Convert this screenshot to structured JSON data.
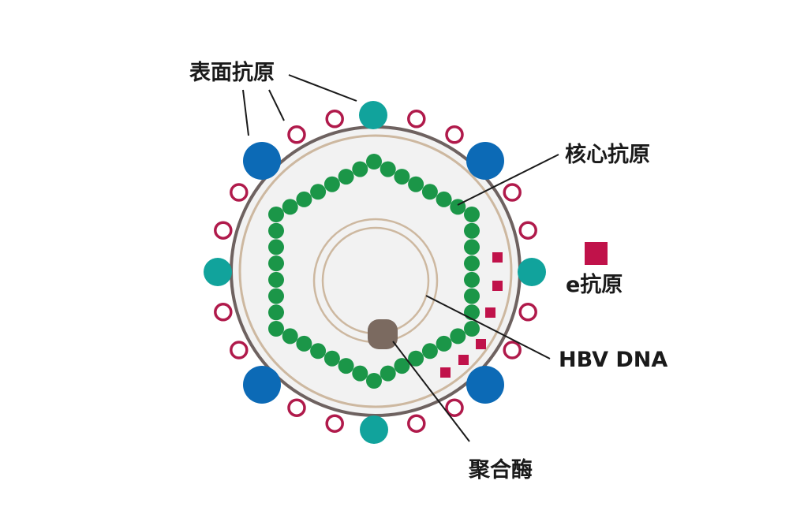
{
  "labels": {
    "surface_antigen": "表面抗原",
    "core_antigen": "核心抗原",
    "e_antigen": "e抗原",
    "hbv_dna": "HBV DNA",
    "polymerase": "聚合酶"
  },
  "colors": {
    "background": "#ffffff",
    "envelope_fill": "#f2f2f2",
    "envelope_stroke": "#6e6260",
    "inner_ring": "#cdb8a0",
    "surface_ring": "#b01a4b",
    "teal_protein": "#11a39c",
    "blue_protein": "#0c6ab6",
    "core_green": "#1b9648",
    "e_antigen": "#c0124a",
    "polymerase": "#7b6a60",
    "leader": "#1a1a1a"
  },
  "icons": {
    "legend_marker": "e-antigen-square-icon"
  }
}
